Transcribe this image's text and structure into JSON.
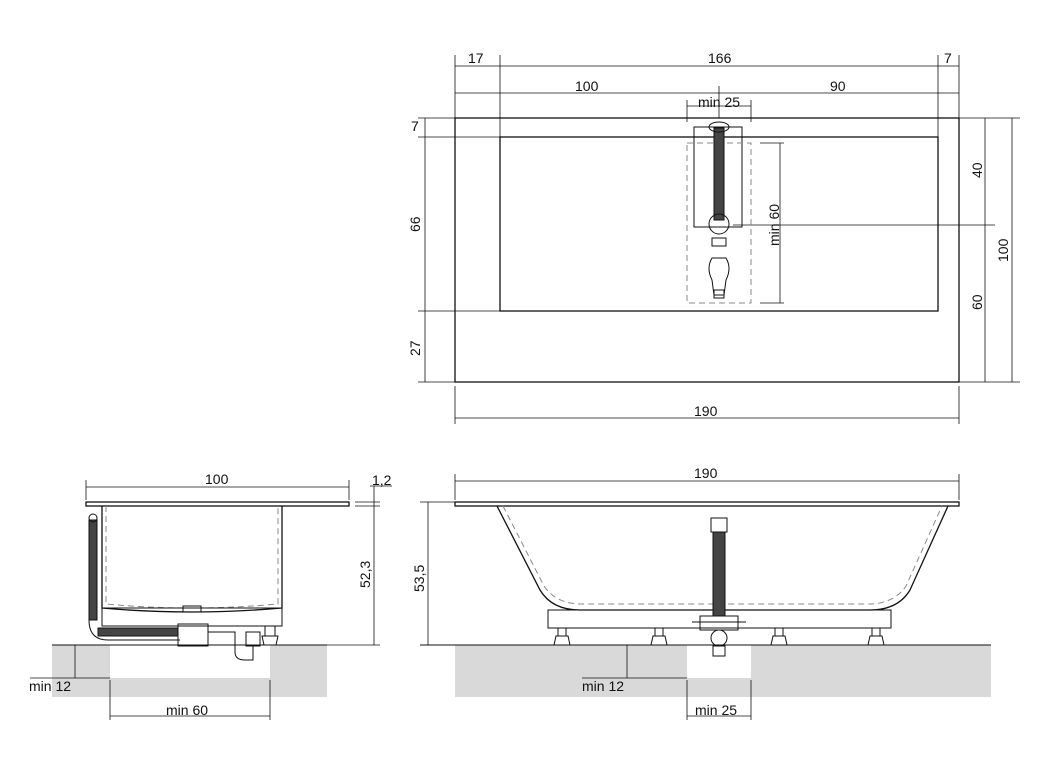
{
  "plan_view": {
    "dim_left_offset": "17",
    "dim_total_inner": "166",
    "dim_right_offset": "7",
    "dim_left_part": "100",
    "dim_right_part": "90",
    "dim_top_min": "min 25",
    "dim_top_band": "7",
    "dim_mid_height": "66",
    "dim_bottom_band": "27",
    "dim_min_60": "min 60",
    "dim_right_upper": "40",
    "dim_right_lower": "60",
    "dim_right_total": "100",
    "dim_overall_length": "190"
  },
  "side_view": {
    "dim_width": "100",
    "dim_rim": "1,2",
    "dim_height": "52,3",
    "dim_min_12": "min 12",
    "dim_min_60": "min  60"
  },
  "front_view": {
    "dim_length": "190",
    "dim_height": "53,5",
    "dim_min_12": "min 12",
    "dim_min_25": "min  25"
  }
}
